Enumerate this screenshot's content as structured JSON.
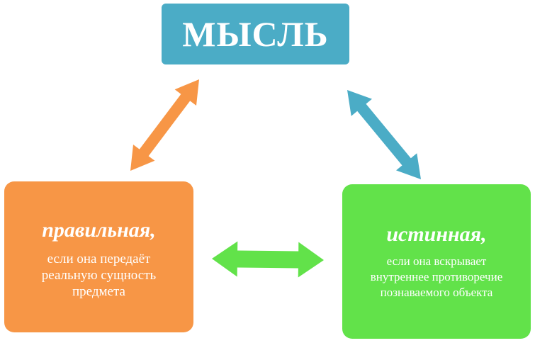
{
  "diagram": {
    "top": {
      "title": "МЫСЛЬ",
      "color": "#4BACC6"
    },
    "left": {
      "heading": "правильная,",
      "description": "если она передаёт реальную сущность предмета",
      "lines": [
        "если она передаёт",
        "реальную сущность",
        "предмета"
      ],
      "color": "#F79646"
    },
    "right": {
      "heading": "истинная,",
      "description": "если она вскрывает внутреннее противоречие познаваемого объекта",
      "lines": [
        "если она вскрывает",
        "внутреннее противоречие",
        "познаваемого объекта"
      ],
      "color": "#62E24A"
    },
    "arrows": [
      {
        "from": "МЫСЛЬ",
        "to": "правильная",
        "type": "bidirectional",
        "color": "#F79646"
      },
      {
        "from": "МЫСЛЬ",
        "to": "истинная",
        "type": "bidirectional",
        "color": "#4BACC6"
      },
      {
        "from": "правильная",
        "to": "истинная",
        "type": "bidirectional",
        "color": "#62E24A"
      }
    ]
  }
}
